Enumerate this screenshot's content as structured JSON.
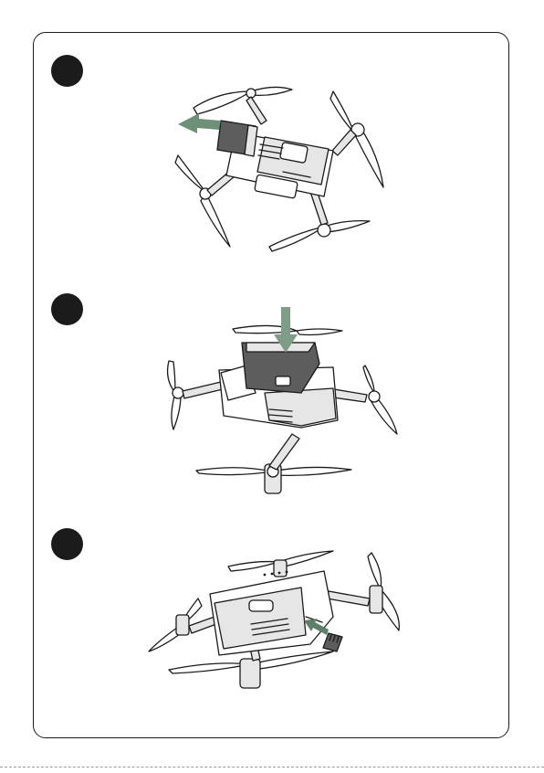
{
  "steps": [
    {
      "id": 1,
      "action": "remove-battery"
    },
    {
      "id": 2,
      "action": "insert-battery"
    },
    {
      "id": 3,
      "action": "insert-sd-card"
    }
  ],
  "colors": {
    "line": "#1a1a1a",
    "arrow_remove": "#6e8f78",
    "arrow_insert": "#7f9c88",
    "arrow_sd": "#5f7f6b",
    "battery": "#5d5d5d"
  },
  "icons": [
    "step-1-badge",
    "step-2-badge",
    "step-3-badge",
    "green-arrow-icon",
    "sd-card-icon"
  ]
}
